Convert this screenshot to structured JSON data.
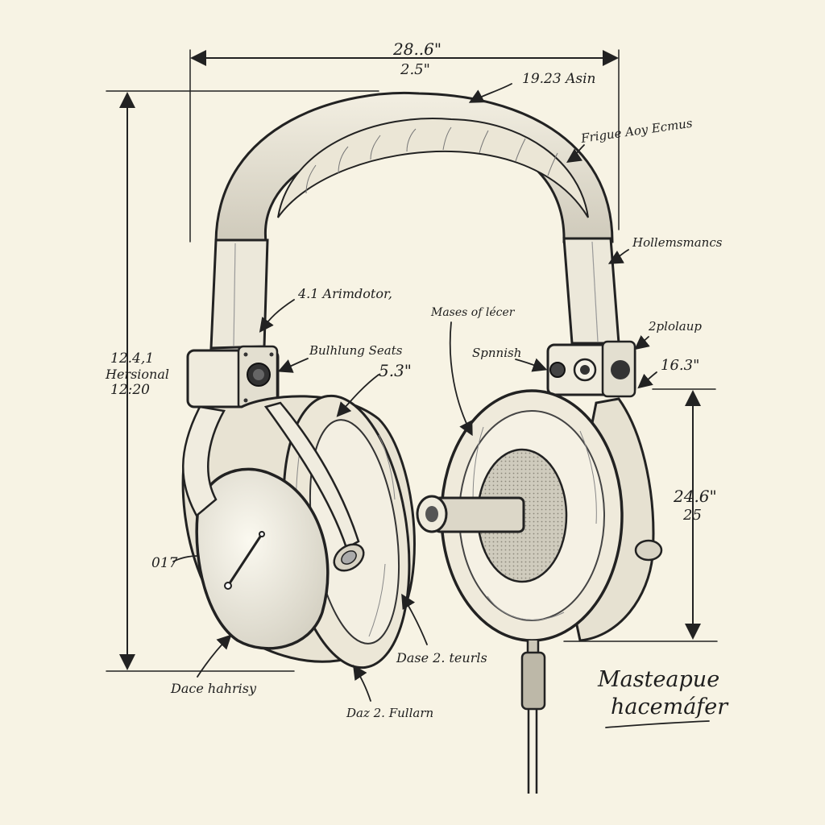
{
  "labels": {
    "dim_top_1": "28..6\"",
    "dim_top_2": "2.5\"",
    "band_top": "19.23 Asin",
    "band_right": "Frigue Aoy Ecmus",
    "slider_right": "Hollemsmancs",
    "left_arm": "4.1 Arimdotor,",
    "left_hinge": "Bulhlung Seats",
    "cup_depth": "5.3\"",
    "pads_note": "Mases of lécer",
    "spinish": "Spnnish",
    "right_hinge_upper": "2plolaup",
    "right_hinge_size": "16.3\"",
    "left_dim_1": "12.4,1",
    "left_dim_2": "Hersional",
    "left_dim_3": "12:20",
    "right_dim_1": "24.6\"",
    "right_dim_2": "25",
    "cup_mark": "017",
    "pad_bottom": "Dase 2. teurls",
    "cup_bottom": "Daz 2. Fullarn",
    "base_left": "Dace hahrisy",
    "signature_1": "Masteapue",
    "signature_2": "hacemáfer"
  },
  "colors": {
    "paper": "#f7f3e4",
    "ink": "#222222",
    "shade": "#d9d5c8"
  }
}
